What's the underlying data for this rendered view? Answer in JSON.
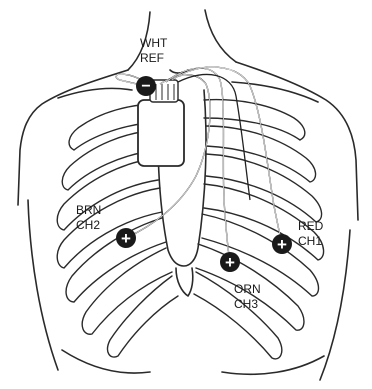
{
  "figure": {
    "electrodes": [
      {
        "id": "ref",
        "sign": "−",
        "color_label": "WHT",
        "channel_label": "REF"
      },
      {
        "id": "ch2",
        "sign": "+",
        "color_label": "BRN",
        "channel_label": "CH2"
      },
      {
        "id": "ch3",
        "sign": "+",
        "color_label": "ORN",
        "channel_label": "CH3"
      },
      {
        "id": "ch1",
        "sign": "+",
        "color_label": "RED",
        "channel_label": "CH1"
      }
    ]
  },
  "colors": {
    "line": "#2a2a2a",
    "electrode_fill": "#1a1a1a",
    "device_fill": "#ffffff",
    "background": "#ffffff"
  }
}
